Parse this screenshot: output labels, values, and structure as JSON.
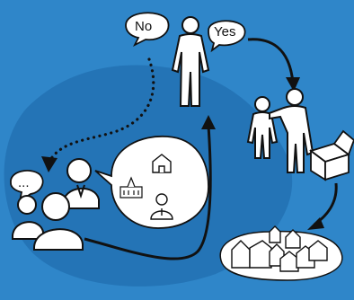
{
  "colors": {
    "background": "#2f86c9",
    "blob": "#2474b6",
    "ink": "#111111",
    "paper": "#ffffff"
  },
  "bubbles": {
    "no": "No",
    "yes": "Yes",
    "ellipsis": "..."
  },
  "icons": {
    "thought_icons": [
      "house-icon",
      "school-icon",
      "person-icon"
    ],
    "figures": [
      "deciding-person",
      "helper-person",
      "receiving-person",
      "group-person"
    ],
    "objects": [
      "box-icon",
      "village-icon"
    ]
  }
}
